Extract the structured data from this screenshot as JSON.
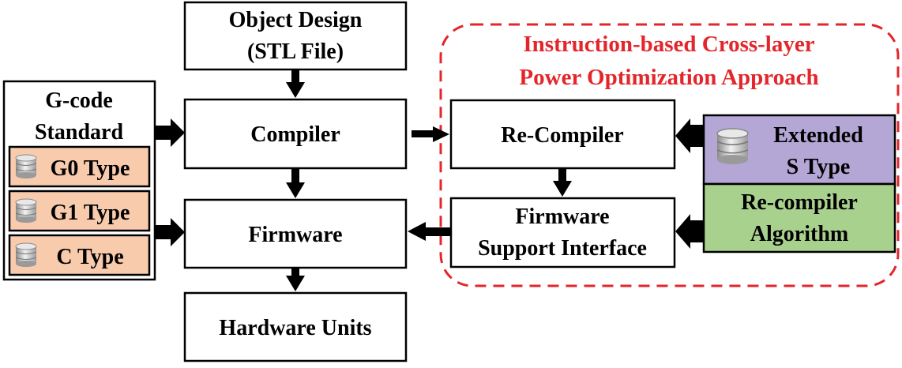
{
  "top": {
    "line1": "Object Design",
    "line2": "(STL File)"
  },
  "compiler": "Compiler",
  "firmware": "Firmware",
  "hardware": "Hardware Units",
  "gcode": {
    "line1": "G-code",
    "line2": "Standard",
    "types": [
      "G0 Type",
      "G1 Type",
      "C Type"
    ]
  },
  "approach": {
    "line1": "Instruction-based Cross-layer",
    "line2": "Power Optimization Approach"
  },
  "recompiler": "Re-Compiler",
  "fsi": {
    "line1": "Firmware",
    "line2": "Support Interface"
  },
  "extended": {
    "line1": "Extended",
    "line2": "S Type"
  },
  "algorithm": {
    "line1": "Re-compiler",
    "line2": "Algorithm"
  },
  "colors": {
    "gcode_type_fill": "#f8cbad",
    "extended_fill": "#b4a7d6",
    "algorithm_fill": "#a9d18e",
    "dashed_border": "#e3262b",
    "approach_text": "#e3262b"
  },
  "icons": {
    "type_icon": "database-icon"
  }
}
